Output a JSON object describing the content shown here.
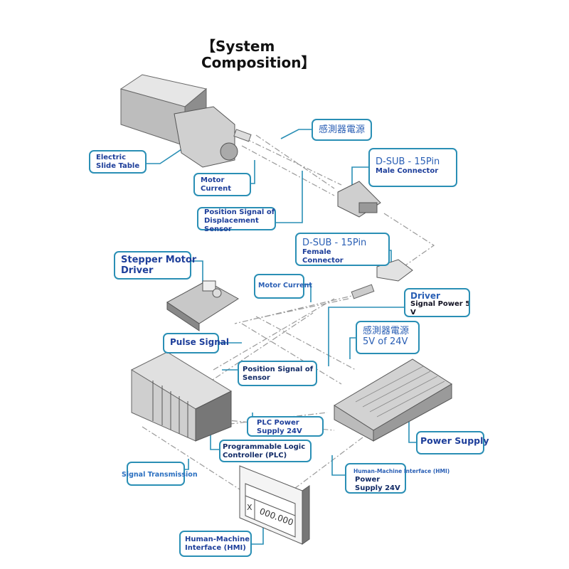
{
  "title": {
    "line1": "【System",
    "line2": "Composition】"
  },
  "colors": {
    "label_border": "#2a8fb5",
    "label_text": "#1d3e9a",
    "device_gray": "#9a9a9a"
  },
  "labels": {
    "sensor_power_top": "感測器電源",
    "electric_slide_table": [
      "Electric",
      "Slide Table"
    ],
    "dsub_male": {
      "title": "D-SUB - 15Pin",
      "sub": "Male Connector"
    },
    "motor_current_top": [
      "Motor",
      "Current"
    ],
    "position_signal_displacement": [
      "Position Signal of",
      "Displacement",
      "Sensor"
    ],
    "dsub_female": {
      "title": "D-SUB - 15Pin",
      "sub": [
        "Female",
        "Connector"
      ]
    },
    "stepper_motor_driver": [
      "Stepper Motor",
      "Driver"
    ],
    "motor_current_mid": "Motor Current",
    "driver_signal_power": [
      "Driver",
      "Signal Power 5",
      "V"
    ],
    "sensor_power_mid": [
      "感測器電源",
      "5V of 24V"
    ],
    "pulse_signal": "Pulse Signal",
    "position_signal_sensor": [
      "Position Signal of",
      "Sensor"
    ],
    "plc_power": [
      "PLC Power",
      "Supply 24V"
    ],
    "plc": [
      "Programmable Logic",
      "Controller (PLC)"
    ],
    "power_supply": "Power Supply",
    "signal_transmission": "Signal Transmission",
    "hmi_power": {
      "small": "Human-Machine Interface (HMI)",
      "lines": [
        "Power",
        "Supply 24V"
      ]
    },
    "hmi": [
      "Human-Machine",
      "Interface (HMI)"
    ]
  },
  "hmi_display": {
    "axis": "X",
    "value": "000.000"
  }
}
